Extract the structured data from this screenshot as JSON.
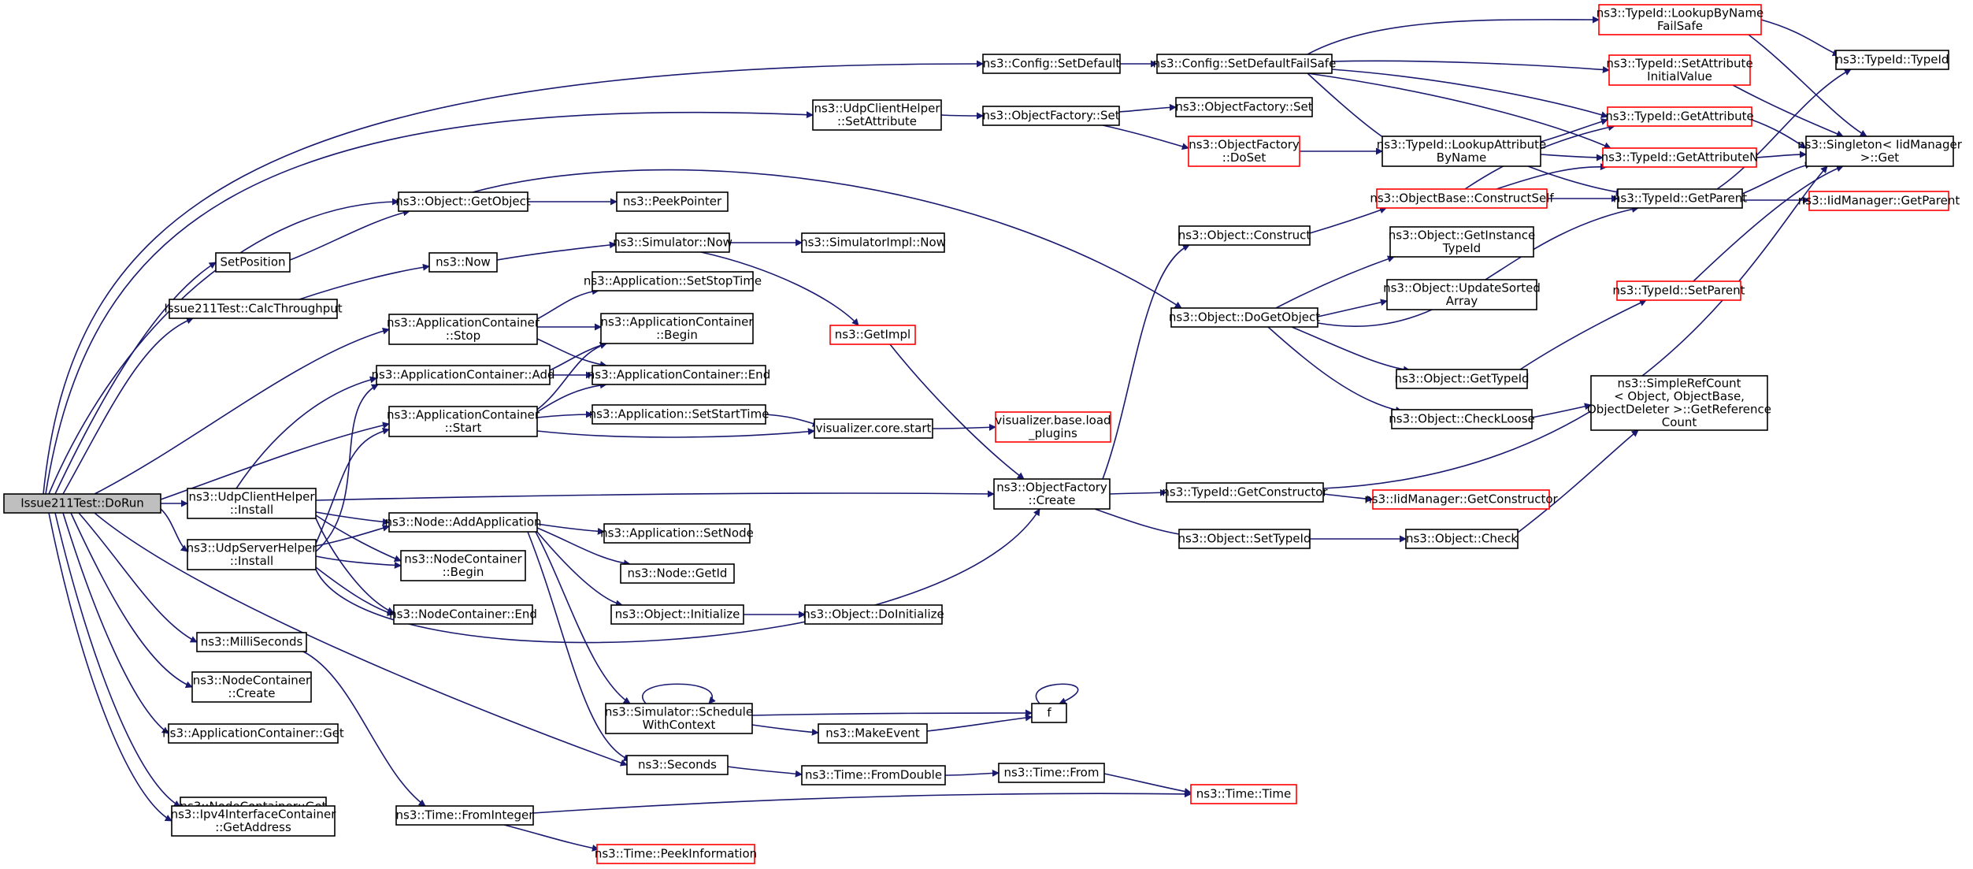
{
  "diagram": {
    "nodes": [
      {
        "id": "root",
        "lines": [
          "Issue211Test::DoRun"
        ],
        "truncated": false
      },
      {
        "id": "setdefault",
        "lines": [
          "ns3::Config::SetDefault"
        ],
        "truncated": false
      },
      {
        "id": "setdefaultfs",
        "lines": [
          "ns3::Config::SetDefaultFailSafe"
        ],
        "truncated": false
      },
      {
        "id": "lookupfailsafe",
        "lines": [
          "ns3::TypeId::LookupByName",
          "FailSafe"
        ],
        "truncated": true
      },
      {
        "id": "typeid",
        "lines": [
          "ns3::TypeId::TypeId"
        ],
        "truncated": false
      },
      {
        "id": "setattrinit",
        "lines": [
          "ns3::TypeId::SetAttribute",
          "InitialValue"
        ],
        "truncated": true
      },
      {
        "id": "udpclientsetattr",
        "lines": [
          "ns3::UdpClientHelper",
          "::SetAttribute"
        ],
        "truncated": false
      },
      {
        "id": "objfactoryset",
        "lines": [
          "ns3::ObjectFactory::Set"
        ],
        "truncated": false
      },
      {
        "id": "objfactoryset2",
        "lines": [
          "ns3::ObjectFactory::Set"
        ],
        "truncated": false
      },
      {
        "id": "getattribute",
        "lines": [
          "ns3::TypeId::GetAttribute"
        ],
        "truncated": true
      },
      {
        "id": "singletonget",
        "lines": [
          "ns3::Singleton< IidManager",
          " >::Get"
        ],
        "truncated": false
      },
      {
        "id": "objfactorydoset",
        "lines": [
          "ns3::ObjectFactory",
          "::DoSet"
        ],
        "truncated": true
      },
      {
        "id": "lookupattr",
        "lines": [
          "ns3::TypeId::LookupAttribute",
          "ByName"
        ],
        "truncated": false
      },
      {
        "id": "getattributen",
        "lines": [
          "ns3::TypeId::GetAttributeN"
        ],
        "truncated": true
      },
      {
        "id": "getobject",
        "lines": [
          "ns3::Object::GetObject"
        ],
        "truncated": false
      },
      {
        "id": "peekpointer",
        "lines": [
          "ns3::PeekPointer"
        ],
        "truncated": false
      },
      {
        "id": "constructself",
        "lines": [
          "ns3::ObjectBase::ConstructSelf"
        ],
        "truncated": true
      },
      {
        "id": "getparent",
        "lines": [
          "ns3::TypeId::GetParent"
        ],
        "truncated": false
      },
      {
        "id": "iidgetparent",
        "lines": [
          "ns3::IidManager::GetParent"
        ],
        "truncated": true
      },
      {
        "id": "setposition",
        "lines": [
          "SetPosition"
        ],
        "truncated": false
      },
      {
        "id": "construct",
        "lines": [
          "ns3::Object::Construct"
        ],
        "truncated": false
      },
      {
        "id": "getinstancetypeid",
        "lines": [
          "ns3::Object::GetInstance",
          "TypeId"
        ],
        "truncated": false
      },
      {
        "id": "simnow",
        "lines": [
          "ns3::Simulator::Now"
        ],
        "truncated": false
      },
      {
        "id": "simimplnow",
        "lines": [
          "ns3::SimulatorImpl::Now"
        ],
        "truncated": false
      },
      {
        "id": "now",
        "lines": [
          "ns3::Now"
        ],
        "truncated": false
      },
      {
        "id": "calcthroughput",
        "lines": [
          "Issue211Test::CalcThroughput"
        ],
        "truncated": false
      },
      {
        "id": "appsetstoptime",
        "lines": [
          "ns3::Application::SetStopTime"
        ],
        "truncated": false
      },
      {
        "id": "updatesorted",
        "lines": [
          "ns3::Object::UpdateSorted",
          "Array"
        ],
        "truncated": false
      },
      {
        "id": "settypeparent",
        "lines": [
          "ns3::TypeId::SetParent"
        ],
        "truncated": true
      },
      {
        "id": "appcontstop",
        "lines": [
          "ns3::ApplicationContainer",
          "::Stop"
        ],
        "truncated": false
      },
      {
        "id": "appcontbegin",
        "lines": [
          "ns3::ApplicationContainer",
          "::Begin"
        ],
        "truncated": false
      },
      {
        "id": "dogetobject",
        "lines": [
          "ns3::Object::DoGetObject"
        ],
        "truncated": false
      },
      {
        "id": "getimpl",
        "lines": [
          "ns3::GetImpl"
        ],
        "truncated": true
      },
      {
        "id": "appcontadd",
        "lines": [
          "ns3::ApplicationContainer::Add"
        ],
        "truncated": false
      },
      {
        "id": "appcontend",
        "lines": [
          "ns3::ApplicationContainer::End"
        ],
        "truncated": false
      },
      {
        "id": "objgettypeid",
        "lines": [
          "ns3::Object::GetTypeId"
        ],
        "truncated": false
      },
      {
        "id": "simplerefcount",
        "lines": [
          "ns3::SimpleRefCount",
          "< Object, ObjectBase,",
          " ObjectDeleter >::GetReference",
          "Count"
        ],
        "truncated": false
      },
      {
        "id": "appcontstart",
        "lines": [
          "ns3::ApplicationContainer",
          "::Start"
        ],
        "truncated": false
      },
      {
        "id": "appsetstarttime",
        "lines": [
          "ns3::Application::SetStartTime"
        ],
        "truncated": false
      },
      {
        "id": "vizstart",
        "lines": [
          "visualizer.core.start"
        ],
        "truncated": false
      },
      {
        "id": "vizload",
        "lines": [
          "visualizer.base.load",
          "_plugins"
        ],
        "truncated": true
      },
      {
        "id": "checkloose",
        "lines": [
          "ns3::Object::CheckLoose"
        ],
        "truncated": false
      },
      {
        "id": "udpclientinstall",
        "lines": [
          "ns3::UdpClientHelper",
          "::Install"
        ],
        "truncated": false
      },
      {
        "id": "objfactorycreate",
        "lines": [
          "ns3::ObjectFactory",
          "::Create"
        ],
        "truncated": false
      },
      {
        "id": "getconstructor",
        "lines": [
          "ns3::TypeId::GetConstructor"
        ],
        "truncated": false
      },
      {
        "id": "iidgetconstructor",
        "lines": [
          "ns3::IidManager::GetConstructor"
        ],
        "truncated": true
      },
      {
        "id": "nodeaddapp",
        "lines": [
          "ns3::Node::AddApplication"
        ],
        "truncated": false
      },
      {
        "id": "appsetnode",
        "lines": [
          "ns3::Application::SetNode"
        ],
        "truncated": false
      },
      {
        "id": "udpserverinstall",
        "lines": [
          "ns3::UdpServerHelper",
          "::Install"
        ],
        "truncated": false
      },
      {
        "id": "objsettypeid",
        "lines": [
          "ns3::Object::SetTypeId"
        ],
        "truncated": false
      },
      {
        "id": "objcheck",
        "lines": [
          "ns3::Object::Check"
        ],
        "truncated": false
      },
      {
        "id": "nodecontbegin",
        "lines": [
          "ns3::NodeContainer",
          "::Begin"
        ],
        "truncated": false
      },
      {
        "id": "nodegetid",
        "lines": [
          "ns3::Node::GetId"
        ],
        "truncated": false
      },
      {
        "id": "nodecontend",
        "lines": [
          "ns3::NodeContainer::End"
        ],
        "truncated": false
      },
      {
        "id": "objinitialize",
        "lines": [
          "ns3::Object::Initialize"
        ],
        "truncated": false
      },
      {
        "id": "objdoinitialize",
        "lines": [
          "ns3::Object::DoInitialize"
        ],
        "truncated": false
      },
      {
        "id": "milliseconds",
        "lines": [
          "ns3::MilliSeconds"
        ],
        "truncated": false
      },
      {
        "id": "nodecontcreate",
        "lines": [
          "ns3::NodeContainer",
          "::Create"
        ],
        "truncated": false
      },
      {
        "id": "schedulewithcontext",
        "lines": [
          "ns3::Simulator::Schedule",
          "WithContext"
        ],
        "truncated": false
      },
      {
        "id": "f",
        "lines": [
          "f"
        ],
        "truncated": false
      },
      {
        "id": "makeevent",
        "lines": [
          "ns3::MakeEvent"
        ],
        "truncated": false
      },
      {
        "id": "appcontget",
        "lines": [
          "ns3::ApplicationContainer::Get"
        ],
        "truncated": false
      },
      {
        "id": "seconds",
        "lines": [
          "ns3::Seconds"
        ],
        "truncated": false
      },
      {
        "id": "timefromdouble",
        "lines": [
          "ns3::Time::FromDouble"
        ],
        "truncated": false
      },
      {
        "id": "timefrom",
        "lines": [
          "ns3::Time::From"
        ],
        "truncated": false
      },
      {
        "id": "nodecontget",
        "lines": [
          "ns3::NodeContainer::Get"
        ],
        "truncated": false
      },
      {
        "id": "timetime",
        "lines": [
          "ns3::Time::Time"
        ],
        "truncated": true
      },
      {
        "id": "ipv4getaddress",
        "lines": [
          "ns3::Ipv4InterfaceContainer",
          "::GetAddress"
        ],
        "truncated": false
      },
      {
        "id": "timefrominteger",
        "lines": [
          "ns3::Time::FromInteger"
        ],
        "truncated": false
      },
      {
        "id": "peekinformation",
        "lines": [
          "ns3::Time::PeekInformation"
        ],
        "truncated": true
      }
    ]
  }
}
